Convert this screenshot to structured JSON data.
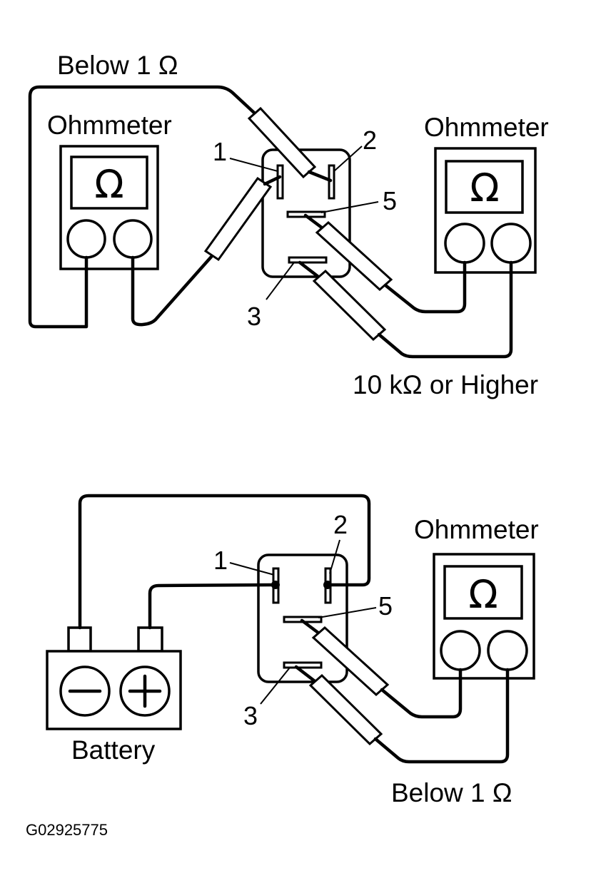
{
  "top_test": {
    "label_left_meter": "Ohmmeter",
    "label_right_meter": "Ohmmeter",
    "meter_symbol": "Ω",
    "result_1_2": "Below 1 Ω",
    "result_3_5": "10 kΩ or Higher",
    "terminal_1": "1",
    "terminal_2": "2",
    "terminal_3": "3",
    "terminal_5": "5"
  },
  "bottom_test": {
    "label_meter": "Ohmmeter",
    "meter_symbol": "Ω",
    "battery_label": "Battery",
    "battery_neg": "−",
    "battery_pos": "+",
    "result_3_5": "Below 1 Ω",
    "terminal_1": "1",
    "terminal_2": "2",
    "terminal_3": "3",
    "terminal_5": "5"
  },
  "figure_ref": "G02925775"
}
